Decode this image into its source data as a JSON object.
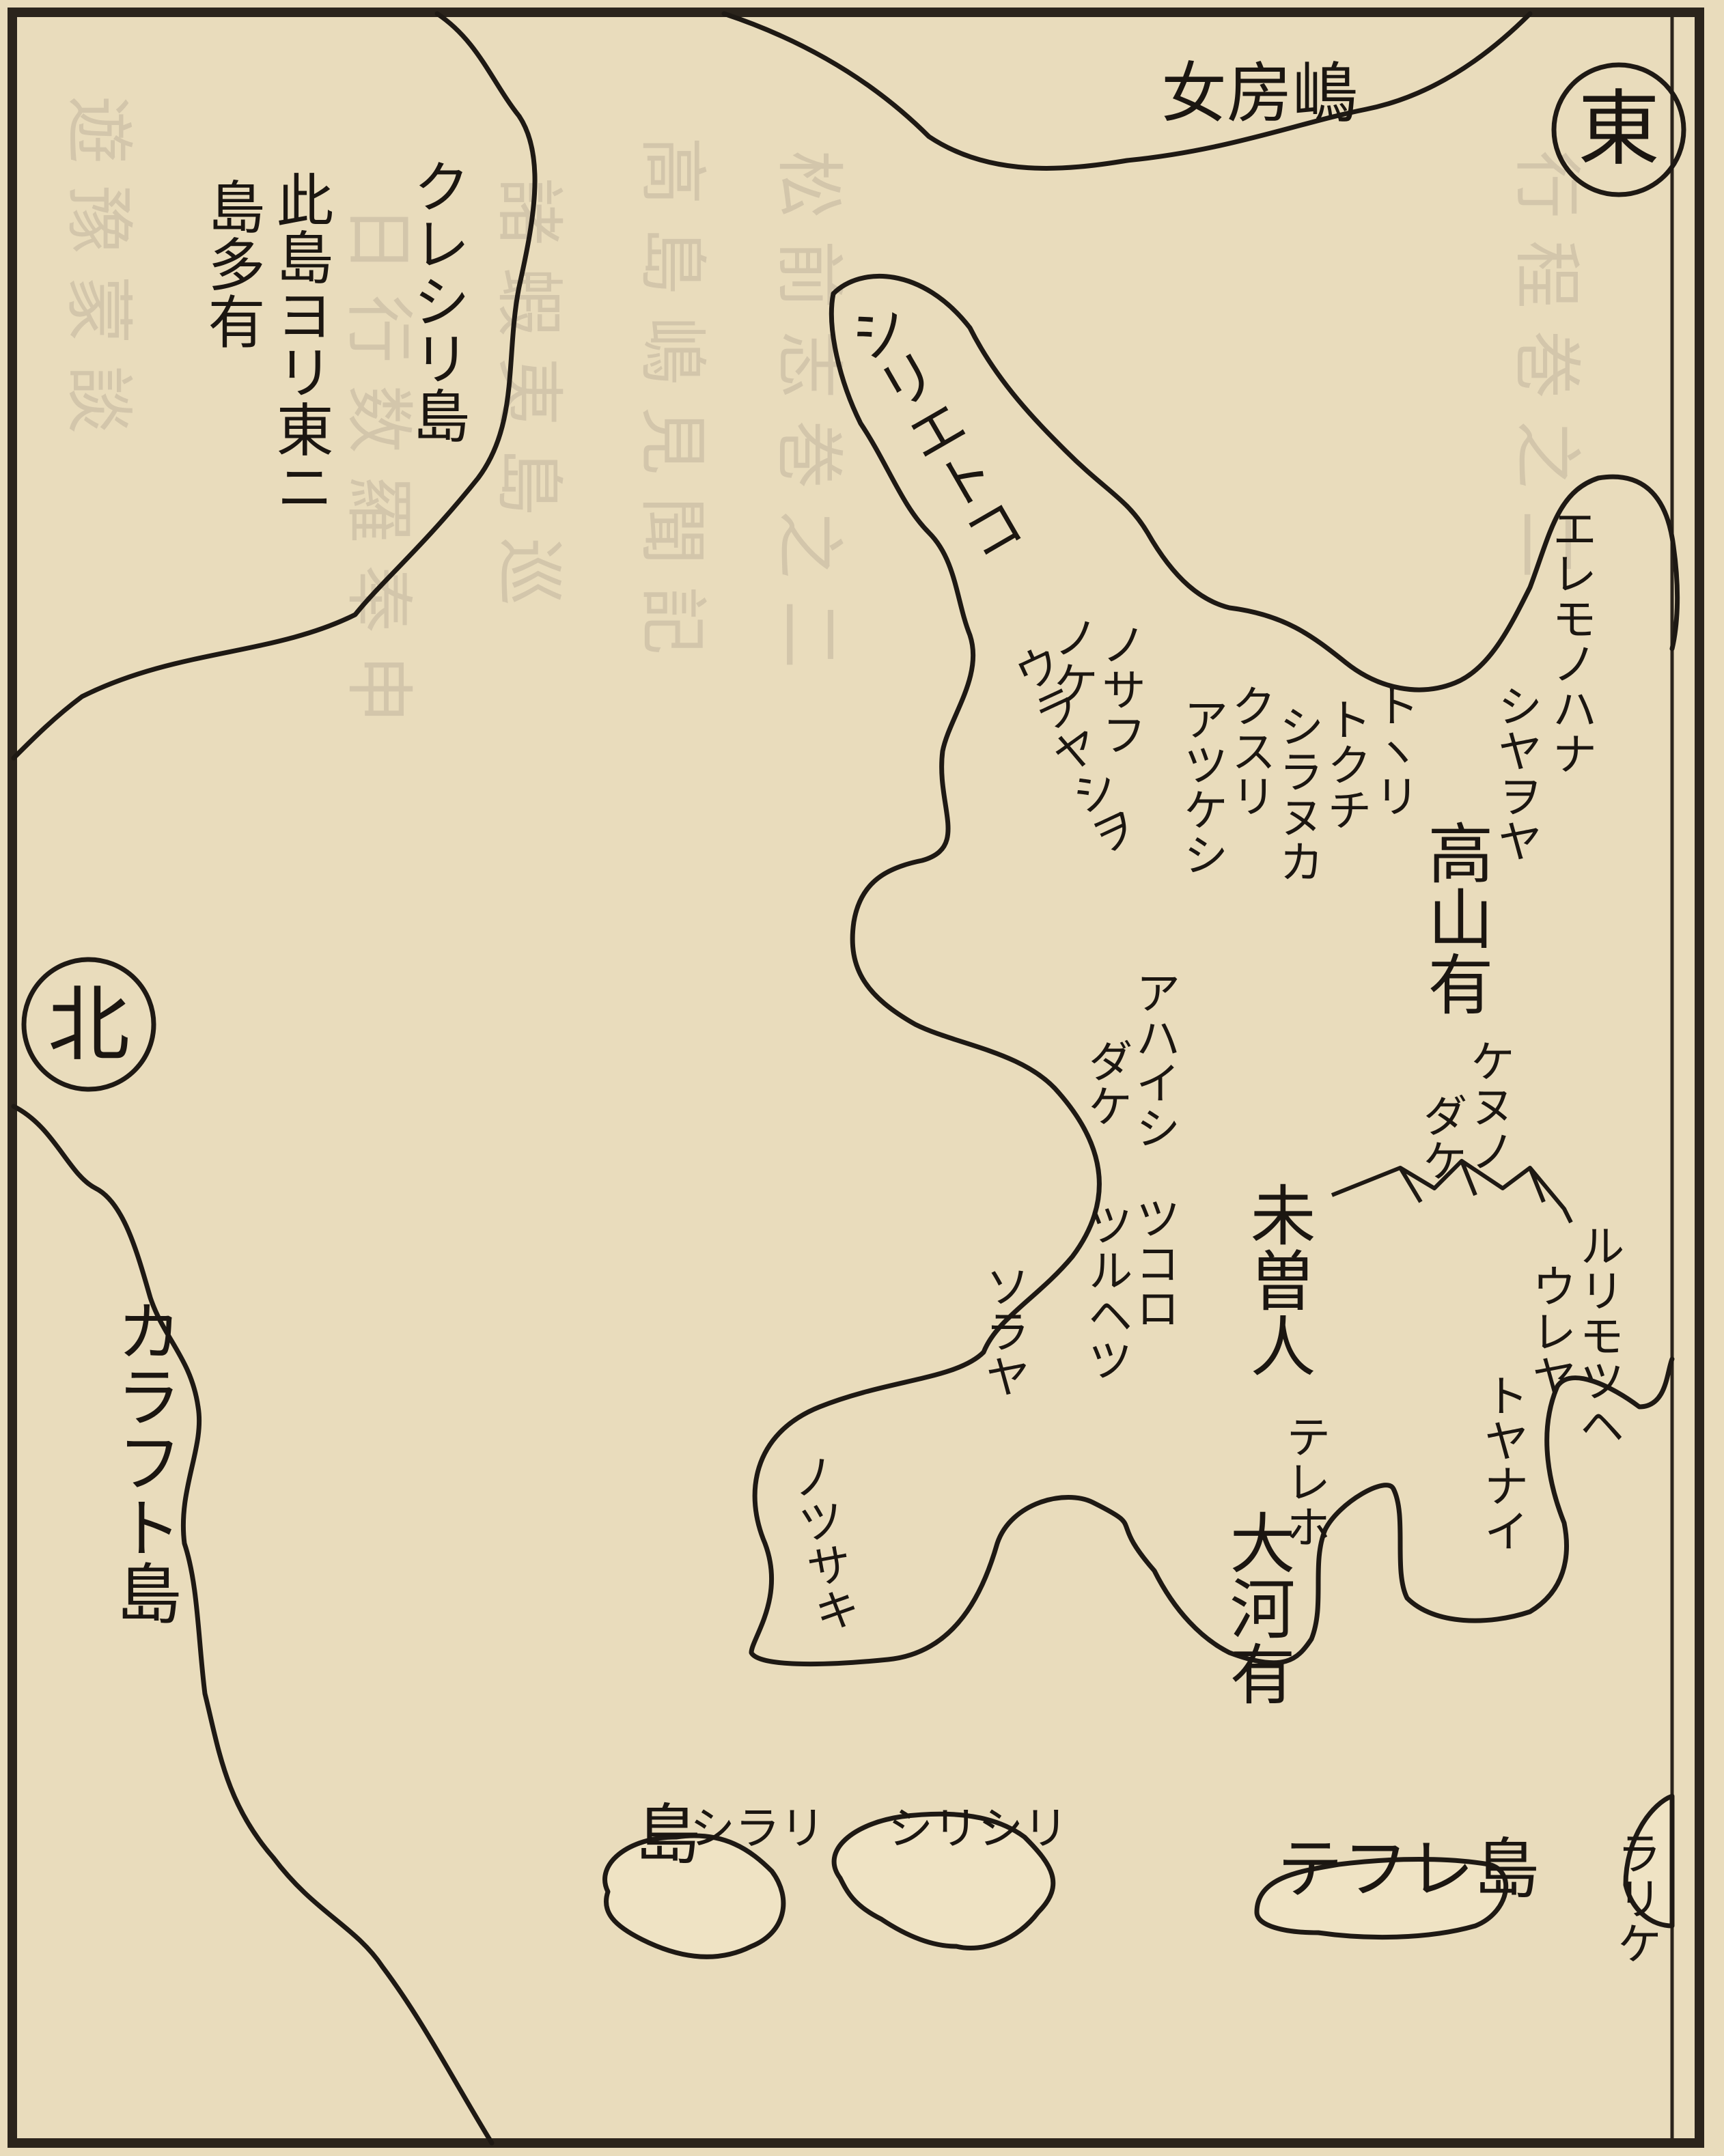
{
  "labels": {
    "megofujima": "女房嶋",
    "kureshiri": "クレシリ島",
    "note_line1": "此島ヨリ東ニ",
    "note_line2": "島多有",
    "shiretoko": "シリエトコ",
    "emo": "エレモノハナ",
    "sayaya": "シヤヲヤ",
    "taka": "高山有",
    "torito": "トヽリ",
    "tokuchi": "トクチ",
    "shiranuka": "シラヌカ",
    "kusuri": "クスリ",
    "akkeshi": "アツケシ",
    "nosappu": "ノサフ",
    "nike": "ノケ",
    "uraya": "ウラヤシヲ",
    "ahaine": "アハイシ",
    "dake": "ダケ",
    "tsukoro": "ツコロ",
    "tsuruhetsu": "ツルヘツ",
    "soraya": "ソラヤ",
    "nutsuke": "ノツサキ",
    "misoku": "未曽人",
    "kenuno": "ケヌノ",
    "dake2": "ダケ",
    "rurumo": "ルリモツヘ",
    "ureya": "ウレヤ",
    "tomanai": "トヤナイ",
    "tereho": "テレホ",
    "taiga": "大河有",
    "karafuto": "カラフト島",
    "shiraru": "シラリ",
    "shima1": "島",
    "shirari2": "シリシリ",
    "teshi": "テフレ島",
    "rarike": "ラリケ"
  },
  "direction": {
    "east": "東",
    "north": "北"
  }
}
